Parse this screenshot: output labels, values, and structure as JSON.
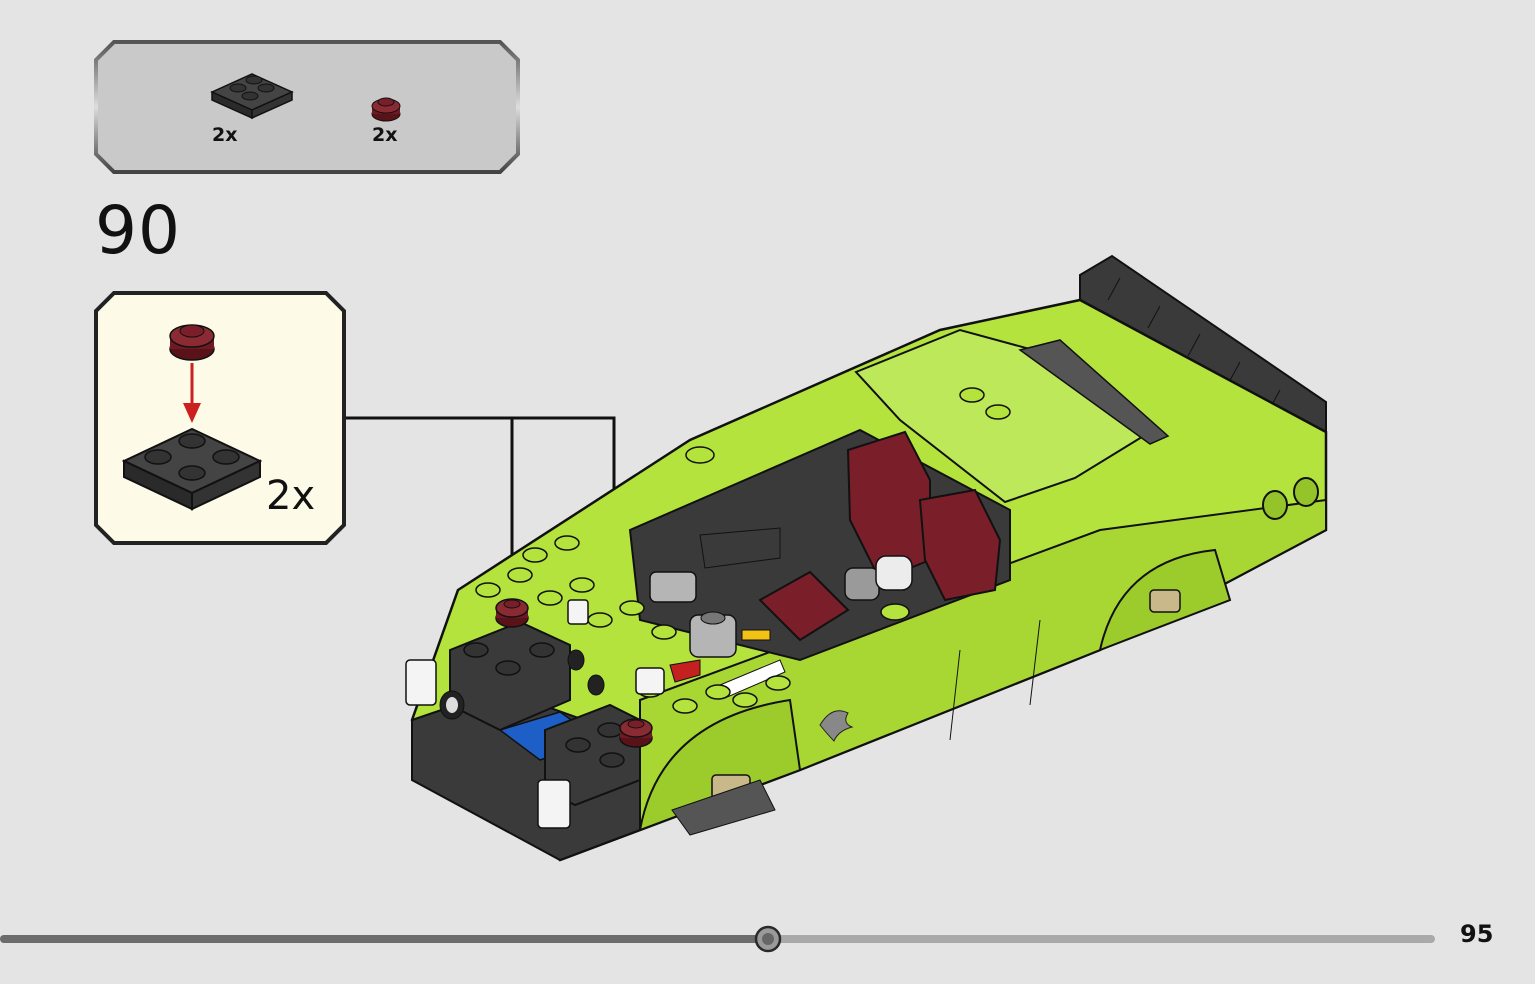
{
  "parts_list": {
    "items": [
      {
        "part": "black-2x2-plate",
        "quantity": "2x"
      },
      {
        "part": "dark-red-1x1-round-plate",
        "quantity": "2x"
      }
    ]
  },
  "step": {
    "number": "90"
  },
  "callout": {
    "quantity": "2x"
  },
  "progress": {
    "fraction": 0.535
  },
  "page": {
    "number": "95"
  },
  "colors": {
    "page_bg": "#e4e4e4",
    "panel_bg": "#c9c9c9",
    "callout_bg": "#fdfbe8",
    "lime": "#b3e33c",
    "black_brick": "#3a3a3a",
    "dark_red": "#7a1f2a",
    "arrow_red": "#cc1f1f",
    "blue": "#1d5fc7"
  },
  "icons": [
    "black-2x2-plate-icon",
    "dark-red-round-plate-icon",
    "down-arrow-icon"
  ]
}
